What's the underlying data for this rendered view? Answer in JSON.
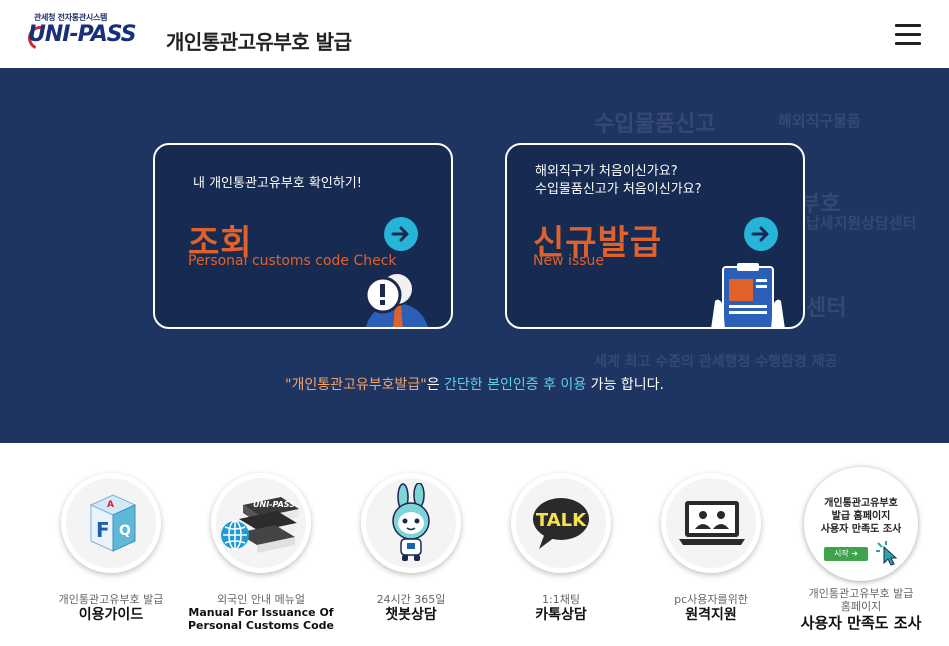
{
  "header": {
    "logo_sup": "관세청 전자통관시스템",
    "logo_mark": "UNI-PASS",
    "title": "개인통관고유부호 발급"
  },
  "hero": {
    "background_words": [
      "수입물품신고",
      "해외직구물품",
      "부호",
      "납세지원상담센터",
      "센터",
      "세계 최고 수준의 관세행정 수행환경 제공"
    ],
    "lookup_card": {
      "intro": "내 개인통관고유부호 확인하기!",
      "title": "조회",
      "subtitle": "Personal customs code Check"
    },
    "issue_card": {
      "intro_line1": "해외직구가 처음이신가요?",
      "intro_line2": "수입물품신고가 처음이신가요?",
      "title": "신규발급",
      "subtitle": "New issue"
    },
    "notice": {
      "part1": "\"개인통관고유부호발급\"",
      "part2": "은 ",
      "part3": "간단한 본인인증 후 이용",
      "part4": " 가능 합니다."
    }
  },
  "services": [
    {
      "small": "개인통관고유부호 발급",
      "label": "이용가이드",
      "icon": "guide-icon"
    },
    {
      "small": "외국인 안내 메뉴얼",
      "label_line1": "Manual For Issuance Of",
      "label_line2": "Personal Customs Code",
      "icon": "manual-books-icon"
    },
    {
      "small": "24시간 365일",
      "label": "챗봇상담",
      "icon": "chatbot-icon"
    },
    {
      "small": "1:1채팅",
      "label": "카톡상담",
      "icon": "kakao-talk-icon",
      "badge": "TALK"
    },
    {
      "small": "pc사용자를위한",
      "label": "원격지원",
      "icon": "remote-support-icon"
    },
    {
      "small_line1": "개인통관고유부호 발급",
      "small_line2": "홈페이지",
      "label": "사용자 만족도 조사",
      "icon": "survey-icon",
      "survey_line1": "개인통관고유부호",
      "survey_line2": "발급 홈페이지",
      "survey_line3": "사용자 만족도 조사",
      "survey_button": "시작"
    }
  ],
  "colors": {
    "hero_bg": "#1e3461",
    "accent_orange": "#e0622a",
    "accent_cyan": "#26b5d8"
  }
}
